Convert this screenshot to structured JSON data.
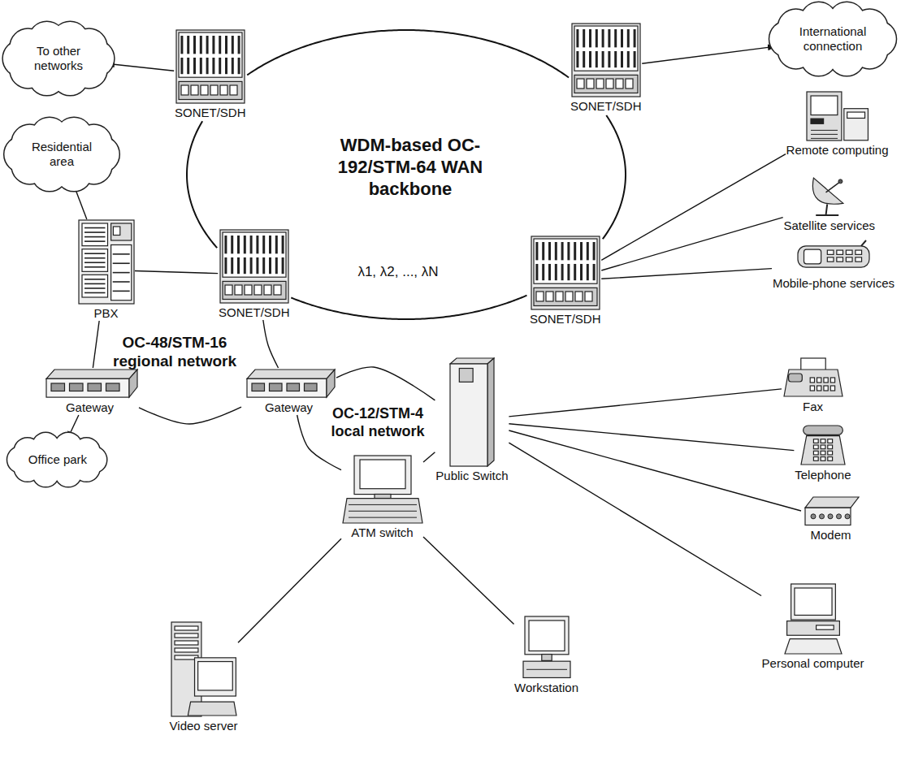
{
  "diagram": {
    "nodes": [
      {
        "text": [
          "To other networks"
        ]
      },
      {
        "text": [
          "SONET/SDH"
        ]
      },
      {
        "text": [
          "SONET/SDH"
        ]
      },
      {
        "text": [
          "International connection"
        ]
      },
      {
        "text": [
          "Remote computing"
        ]
      },
      {
        "text": [
          "Residential area"
        ]
      },
      {
        "text": [
          "SONET/SDH"
        ]
      },
      {
        "text": [
          "SONET/SDH"
        ]
      },
      {
        "text": [
          "Satellite services"
        ]
      },
      {
        "text": [
          "Mobile-phone services"
        ]
      },
      {
        "text": [
          "PBX"
        ]
      },
      {
        "text": [
          "Fax"
        ]
      },
      {
        "text": [
          "Gateway"
        ]
      },
      {
        "text": [
          "Gateway"
        ]
      },
      {
        "text": [
          "Public Switch"
        ]
      },
      {
        "text": [
          "Telephone"
        ]
      },
      {
        "text": [
          "Office park"
        ]
      },
      {
        "text": [
          "ATM switch"
        ]
      },
      {
        "text": [
          "Modem"
        ]
      },
      {
        "text": [
          "Personal computer"
        ]
      },
      {
        "text": [
          "Video server"
        ]
      },
      {
        "text": [
          "Workstation"
        ]
      }
    ],
    "edges": [
      {
        "from": 1,
        "to": 0,
        "arrow": "to"
      },
      {
        "from": 2,
        "to": 3,
        "arrow": "to"
      },
      {
        "from": 1,
        "to": 2,
        "arrow": "none"
      },
      {
        "from": 2,
        "to": 7,
        "arrow": "none"
      },
      {
        "from": 7,
        "to": 6,
        "arrow": "none"
      },
      {
        "from": 6,
        "to": 1,
        "arrow": "none"
      },
      {
        "from": 6,
        "to": 10,
        "arrow": "none"
      },
      {
        "from": 10,
        "to": 5,
        "arrow": "to"
      },
      {
        "from": 10,
        "to": 12,
        "arrow": "none"
      },
      {
        "from": 12,
        "to": 16,
        "arrow": "to"
      },
      {
        "from": 12,
        "to": 13,
        "arrow": "none"
      },
      {
        "from": 13,
        "to": 6,
        "arrow": "none"
      },
      {
        "from": 13,
        "to": 14,
        "arrow": "none"
      },
      {
        "from": 14,
        "to": 17,
        "arrow": "none"
      },
      {
        "from": 17,
        "to": 13,
        "arrow": "none"
      },
      {
        "from": 17,
        "to": 20,
        "arrow": "none"
      },
      {
        "from": 17,
        "to": 21,
        "arrow": "none"
      },
      {
        "from": 14,
        "to": 11,
        "arrow": "none"
      },
      {
        "from": 14,
        "to": 15,
        "arrow": "none"
      },
      {
        "from": 14,
        "to": 18,
        "arrow": "none"
      },
      {
        "from": 14,
        "to": 19,
        "arrow": "none"
      },
      {
        "from": 7,
        "to": 4,
        "arrow": "none"
      },
      {
        "from": 7,
        "to": 8,
        "arrow": "none"
      },
      {
        "from": 7,
        "to": 9,
        "arrow": "none"
      }
    ],
    "labels": [
      "WDM-based OC-192/STM-64 WAN backbone",
      "λ1, λ2, ..., λN",
      "OC-48/STM-16 regional network",
      "OC-12/STM-4 local network"
    ]
  }
}
